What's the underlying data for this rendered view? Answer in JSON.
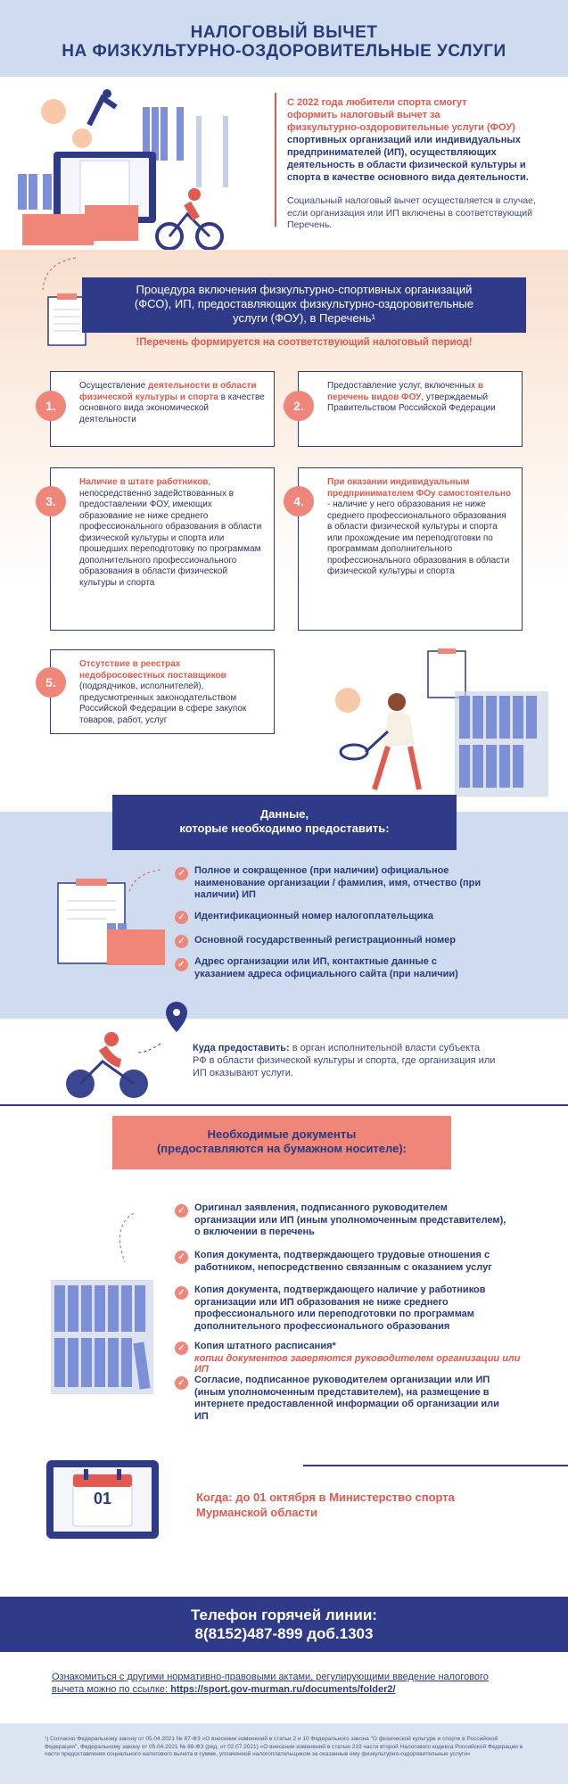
{
  "header": {
    "line1": "НАЛОГОВЫЙ ВЫЧЕТ",
    "line2": "НА ФИЗКУЛЬТУРНО-ОЗДОРОВИТЕЛЬНЫЕ УСЛУГИ"
  },
  "intro": {
    "lead_coral_1": "С 2022 года любители спорта смогут",
    "lead_coral_2": "оформить налоговый вычет за",
    "lead_coral_3": "физкультурно-оздоровительные услуги (ФОУ)",
    "lead_navy": "спортивных организаций или индивидуальных предпринимателей (ИП), осуществляющих деятельность в области физической культуры и спорта в качестве основного вида деятельности.",
    "note": "Социальный налоговый вычет осуществляется в случае, если организация или ИП включены в соответствующий Перечень."
  },
  "procedure": {
    "line1": "Процедура включения физкультурно-спортивных организаций",
    "line2": "(ФСО), ИП, предоставляющих физкультурно-оздоровительные",
    "line3": "услуги (ФОУ), в Перечень¹",
    "warning": "!Перечень формируется на соответствующий налоговый период!"
  },
  "cards": [
    {
      "num": "1.",
      "pre": "Осуществление ",
      "hl": "деятельности в области физической культуры и спорта",
      "post": " в качестве основного вида экономической деятельности"
    },
    {
      "num": "2.",
      "pre": "Предоставление услуг, включенных ",
      "hl": "в перечень видов ФОУ",
      "post": ", утверждаемый Правительством Российской Федерации"
    },
    {
      "num": "3.",
      "pre": "",
      "hl": "Наличие в штате работников",
      "post": ", непосредственно задействованных в предоставлении ФОУ, имеющих образование не ниже среднего профессионального образования в области физической культуры и спорта или прошедших переподготовку по программам дополнительного профессионального образования в области физической культуры и спорта"
    },
    {
      "num": "4.",
      "pre": "",
      "hl": "При оказании индивидуальным предпринимателем ФОу самостоятельно",
      "post": " - наличие у него образования не ниже среднего профессионального образования в области физической культуры и спорта или прохождение им переподготовки по программам дополнительного профессионального образования в области физической культуры и спорта"
    },
    {
      "num": "5.",
      "pre": "",
      "hl": "Отсутствие в реестрах недобросовестных поставщиков",
      "post": " (подрядчиков, исполнителей), предусмотренных законодательством Российской Федерации в сфере закупок товаров, работ, услуг"
    }
  ],
  "data_section": {
    "title1": "Данные,",
    "title2": "которые необходимо предоставить:",
    "items": [
      "Полное и сокращенное (при наличии) официальное наименование организации / фамилия, имя, отчество (при наличии) ИП",
      "Идентификационный номер налогоплательщика",
      "Основной государственный регистрационный номер",
      "Адрес организации или ИП, контактные данные с указанием адреса официального сайта (при наличии)"
    ]
  },
  "where": {
    "label": "Куда предоставить:",
    "text": " в орган исполнительной власти субъекта РФ в области физической культуры и спорта, где организация или ИП оказывают услуги."
  },
  "docs": {
    "title1": "Необходимые документы",
    "title2": "(предоставляются на бумажном носителе):",
    "items": [
      "Оригинал заявления, подписанного руководителем организации или ИП (иным уполномоченным представителем), о включении в перечень",
      "Копия документа, подтверждающего трудовые отношения с работником, непосредственно связанным с оказанием услуг",
      "Копия документа, подтверждающего наличие у работников организации или ИП образования не ниже среднего профессионального или переподготовки по программам дополнительного профессионального образования",
      "Копия штатного расписания*",
      "Согласие, подписанное руководителем организации или ИП (иным уполномоченным представителем), на размещение в интернете предоставленной информации об организации или ИП"
    ],
    "note": "копии документов заверяются руководителем организации или ИП"
  },
  "deadline": {
    "day": "01",
    "text": "Когда: до 01 октября в Министерство спорта Мурманской области"
  },
  "hotline": {
    "label": "Телефон горячей линии:",
    "phone": "8(8152)487-899 доб.1303"
  },
  "link": {
    "text": "Ознакомиться с другими нормативно-правовыми актами, регулирующими введение налогового вычета можно по ссылке:",
    "url": "https://sport.gov-murman.ru/documents/folder2/"
  },
  "footnote": "¹) Согласно Федеральному закону от 05.04.2021 № 87-ФЗ «О внесении изменений в статьи 2 и 10 Федерального закона \"О физической культуре и спорте в Российской Федерации\", Федеральному закону от 05.04.2021 № 88-ФЗ (ред. от 02.07.2021) «О внесении изменений в статью 219 части второй Налогового кодекса Российской Федерации в части предоставления социального налогового вычета в сумме, уплаченной налогоплательщиком за оказанные ему физкультурно-оздоровительные услуги»",
  "colors": {
    "navy": "#2f3a88",
    "coral": "#f0857a",
    "light_blue": "#cfdbee"
  }
}
